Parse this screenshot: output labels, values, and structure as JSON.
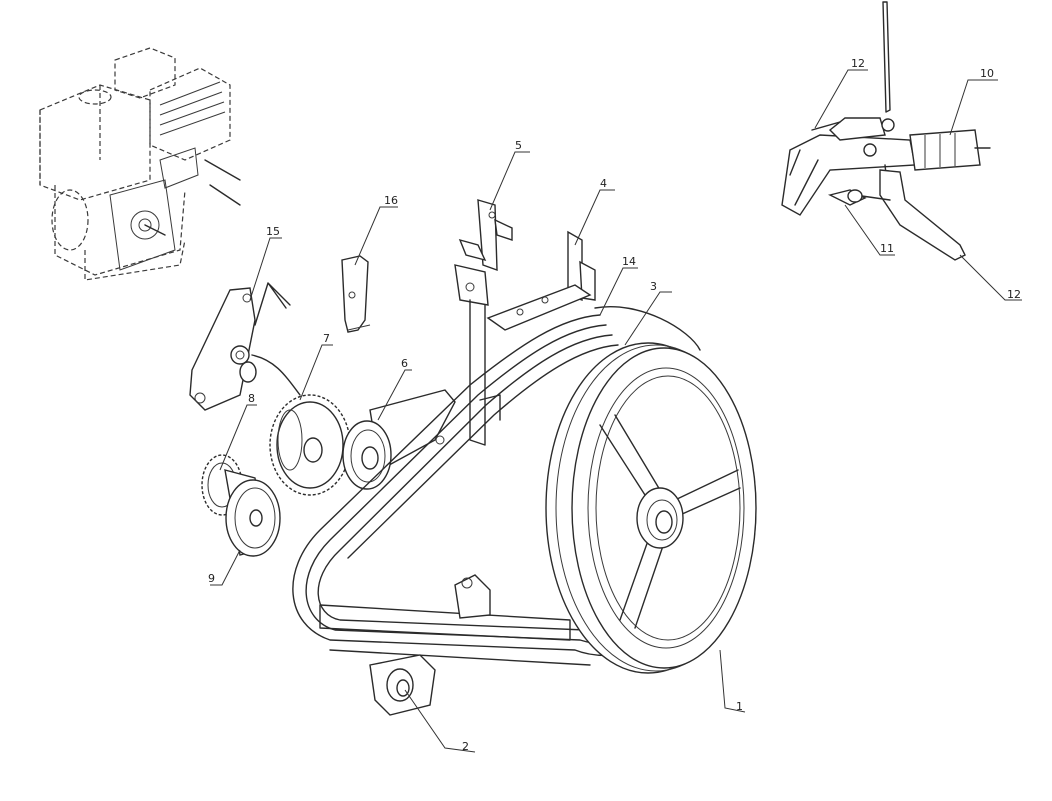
{
  "callouts": [
    {
      "id": "c1",
      "text": "1"
    },
    {
      "id": "c2",
      "text": "2"
    },
    {
      "id": "c3",
      "text": "3"
    },
    {
      "id": "c4",
      "text": "4"
    },
    {
      "id": "c5",
      "text": "5"
    },
    {
      "id": "c6",
      "text": "6"
    },
    {
      "id": "c7",
      "text": "7"
    },
    {
      "id": "c8",
      "text": "8"
    },
    {
      "id": "c9",
      "text": "9"
    },
    {
      "id": "c10",
      "text": "10"
    },
    {
      "id": "c11",
      "text": "11"
    },
    {
      "id": "c12a",
      "text": "12"
    },
    {
      "id": "c12b",
      "text": "12"
    },
    {
      "id": "c14",
      "text": "14"
    },
    {
      "id": "c15",
      "text": "15"
    },
    {
      "id": "c16",
      "text": "16"
    }
  ]
}
